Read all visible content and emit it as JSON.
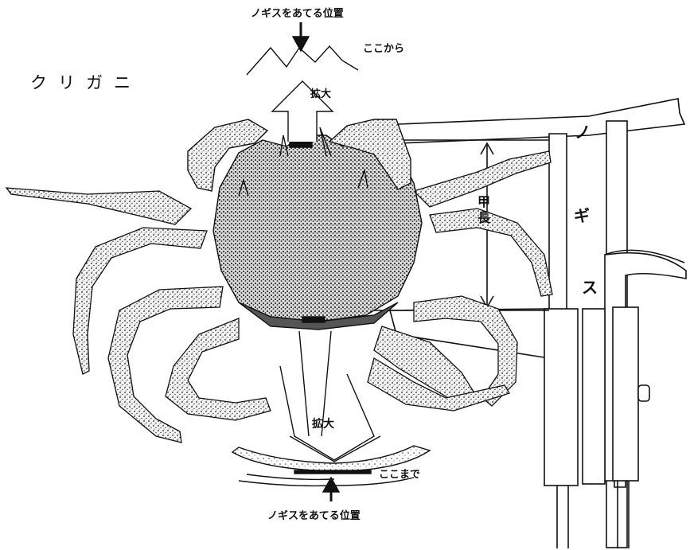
{
  "title": "クリガニ",
  "labels": {
    "caliper_position_top": "ノギスをあてる位置",
    "from_here": "ここから",
    "magnify_top": "拡大",
    "carapace_length": "甲長",
    "magnify_bottom": "拡大",
    "to_here": "ここまで",
    "caliper_position_bottom": "ノギスをあてる位置"
  },
  "caliper_lettering": [
    "ノ",
    "ギ",
    "ス"
  ],
  "colors": {
    "ink": "#111111",
    "background": "#ffffff"
  }
}
